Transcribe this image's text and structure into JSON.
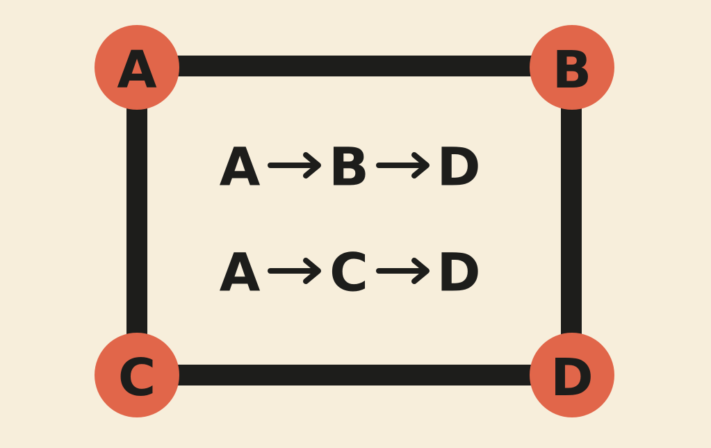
{
  "graph": {
    "nodes": [
      {
        "id": "A",
        "label": "A"
      },
      {
        "id": "B",
        "label": "B"
      },
      {
        "id": "C",
        "label": "C"
      },
      {
        "id": "D",
        "label": "D"
      }
    ],
    "edges": [
      {
        "from": "A",
        "to": "B"
      },
      {
        "from": "A",
        "to": "C"
      },
      {
        "from": "B",
        "to": "D"
      },
      {
        "from": "C",
        "to": "D"
      }
    ],
    "paths": [
      [
        "A",
        "B",
        "D"
      ],
      [
        "A",
        "C",
        "D"
      ]
    ]
  },
  "colors": {
    "background": "#f7eedb",
    "node_fill": "#e1664a",
    "ink": "#1d1d1b"
  }
}
